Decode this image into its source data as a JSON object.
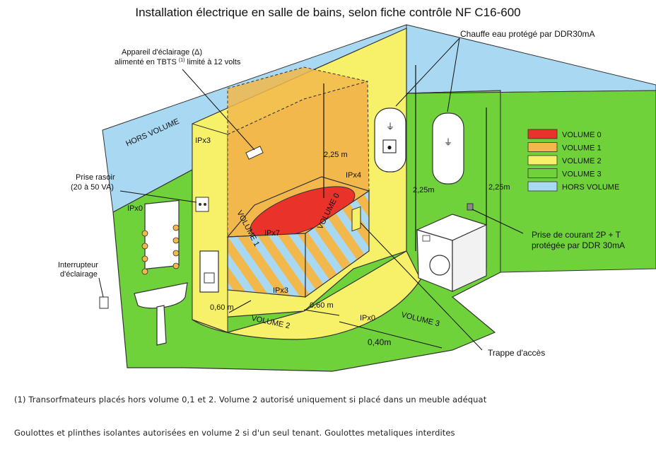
{
  "title": "Installation électrique en salle de bains, selon fiche contrôle NF C16-600",
  "colors": {
    "volume0": "#e8322a",
    "volume1": "#f2b84b",
    "volume2": "#f7f16a",
    "volume3": "#6fd23a",
    "hors_volume": "#a9d8f2"
  },
  "legend": [
    {
      "label": "VOLUME 0",
      "color": "#e8322a"
    },
    {
      "label": "VOLUME 1",
      "color": "#f2b84b"
    },
    {
      "label": "VOLUME 2",
      "color": "#f7f16a"
    },
    {
      "label": "VOLUME 3",
      "color": "#6fd23a"
    },
    {
      "label": "HORS VOLUME",
      "color": "#a9d8f2"
    }
  ],
  "labels": {
    "chauffe_eau": "Chauffe eau protégé par DDR30mA",
    "appareil_line1": "Appareil d'éclairage (Δ)",
    "appareil_line2_a": "alimenté en TBTS ",
    "appareil_line2_sup": "(1)",
    "appareil_line2_b": " limité à 12 volts",
    "hors_volume_wall": "HORS VOLUME",
    "prise_rasoir_line1": "Prise rasoir",
    "prise_rasoir_line2": "(20 à 50 VA)",
    "interrupteur_line1": "Interrupteur",
    "interrupteur_line2": "d'éclairage",
    "prise_courant_line1": "Prise de courant 2P + T",
    "prise_courant_line2": "protégée par DDR 30mA",
    "trappe": "Trappe d'accès",
    "volume1": "VOLUME 1",
    "volume0": "VOLUME 0",
    "volume2": "VOLUME 2",
    "volume3": "VOLUME 3",
    "ipx3_top": "IPx3",
    "ipx4": "IPx4",
    "ipx0_left": "IPx0",
    "ipx7": "IPx7",
    "ipx3_bath": "IPx3",
    "ipx0_right": "IPx0",
    "dim_225_bath": "2,25 m",
    "dim_225_mid": "2,25m",
    "dim_225_right": "2,25m",
    "dim_060_left": "0,60 m",
    "dim_060_right": "0,60 m",
    "dim_040": "0,40m"
  },
  "notes": {
    "note1": "(1) Transorfmateurs placés hors volume 0,1 et 2. Volume 2 autorisé uniquement si placé dans un meuble adéquat",
    "note2": "Goulottes et plinthes isolantes autorisées en volume 2 si d'un seul tenant. Goulottes metaliques interdites"
  }
}
